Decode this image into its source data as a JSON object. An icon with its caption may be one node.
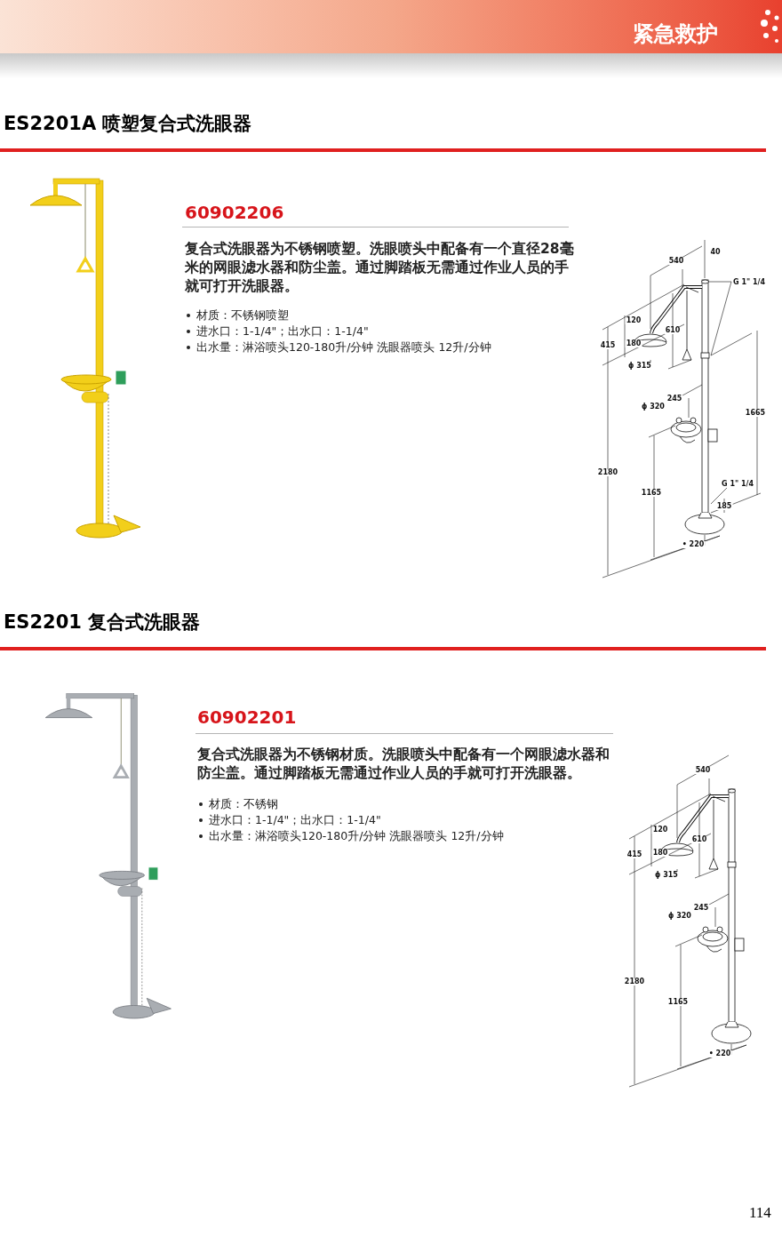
{
  "diagram": {
    "title": "紧急救护",
    "labels": [
      "ES2201A 喷塑复合式洗眼器",
      "60902206",
      "复合式洗眼器为不锈钢喷塑。洗眼喷头中配备有一个直径28毫米的网眼滤水器和防尘盖。通过脚踏板无需通过作业人员的手就可打开洗眼器。",
      "材质：不锈钢喷塑",
      "进水口：1-1/4\"；出水口：1-1/4\"",
      "出水量：淋浴喷头120-180升/分钟 洗眼器喷头 12升/分钟",
      "540",
      "40",
      "G 1\" 1/4",
      "120",
      "415",
      "180",
      "610",
      "ϕ 315",
      "245",
      "ϕ 320",
      "1665",
      "2180",
      "1165",
      "G 1\" 1/4",
      "185",
      "• 220",
      "ES2201 复合式洗眼器",
      "60902201",
      "复合式洗眼器为不锈钢材质。洗眼喷头中配备有一个网眼滤水器和防尘盖。通过脚踏板无需通过作业人员的手就可打开洗眼器。",
      "材质：不锈钢",
      "进水口：1-1/4\"；出水口：1-1/4\"",
      "出水量：淋浴喷头120-180升/分钟 洗眼器喷头 12升/分钟",
      "540",
      "120",
      "415",
      "180",
      "610",
      "ϕ 315",
      "245",
      "ϕ 320",
      "2180",
      "1165",
      "• 220",
      "114"
    ]
  }
}
